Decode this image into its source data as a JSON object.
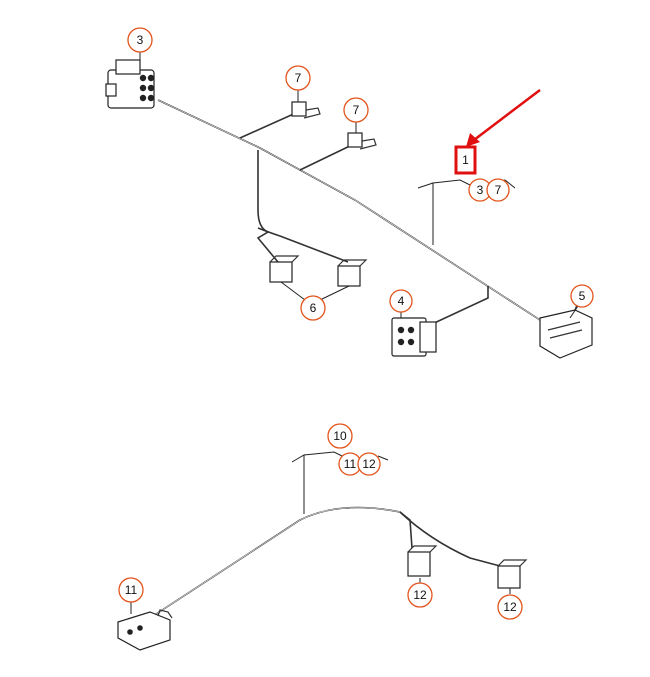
{
  "callouts": {
    "c3_top": "3",
    "c7_a": "7",
    "c7_b": "7",
    "c1": "1",
    "c3_range": "3",
    "c7_range": "7",
    "c6": "6",
    "c4": "4",
    "c5": "5",
    "c10": "10",
    "c11_range": "11",
    "c12_range": "12",
    "c11": "11",
    "c12_a": "12",
    "c12_b": "12"
  },
  "colors": {
    "callout_ring": "#e2541b",
    "highlight_box": "#e01010",
    "arrow": "#e01010",
    "line": "#333333"
  }
}
